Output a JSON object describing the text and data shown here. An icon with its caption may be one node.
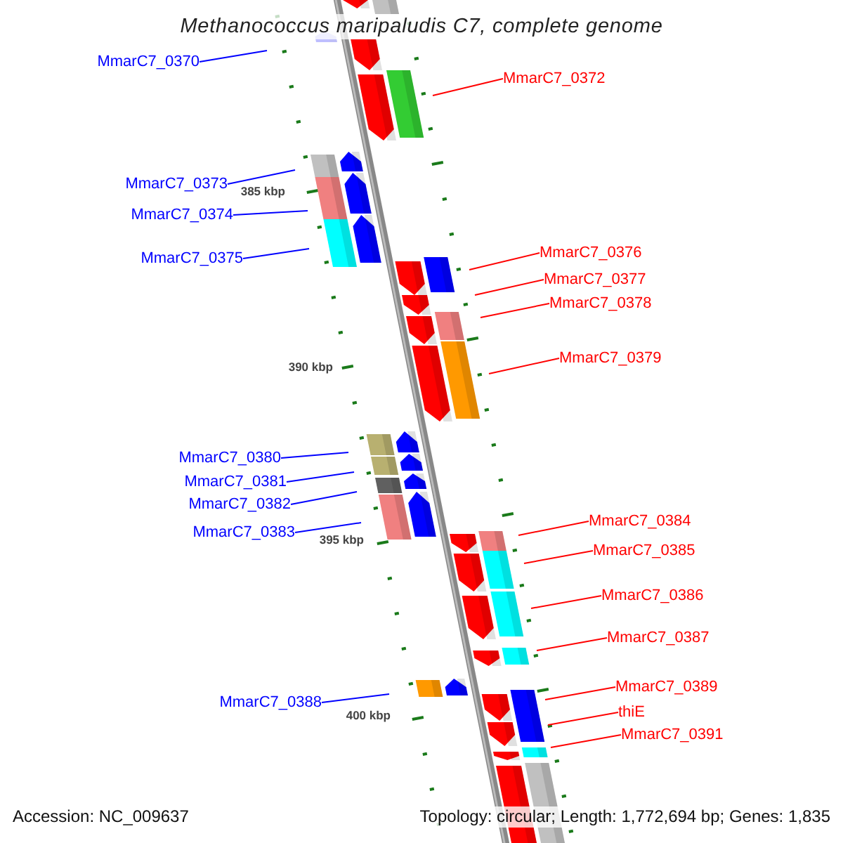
{
  "diagram": {
    "title": "Methanococcus maripaludis C7, complete genome",
    "nodes": [
      {
        "text": [
          "MmarC7_0370"
        ]
      },
      {
        "text": [
          "MmarC7_0372"
        ]
      },
      {
        "text": [
          "MmarC7_0373"
        ]
      },
      {
        "text": [
          "MmarC7_0374"
        ]
      },
      {
        "text": [
          "MmarC7_0376"
        ]
      },
      {
        "text": [
          "MmarC7_0375"
        ]
      },
      {
        "text": [
          "MmarC7_0377"
        ]
      },
      {
        "text": [
          "MmarC7_0378"
        ]
      },
      {
        "text": [
          "MmarC7_0379"
        ]
      },
      {
        "text": [
          "MmarC7_0380"
        ]
      },
      {
        "text": [
          "MmarC7_0381"
        ]
      },
      {
        "text": [
          "MmarC7_0382"
        ]
      },
      {
        "text": [
          "MmarC7_0384"
        ]
      },
      {
        "text": [
          "MmarC7_0383"
        ]
      },
      {
        "text": [
          "MmarC7_0385"
        ]
      },
      {
        "text": [
          "MmarC7_0386"
        ]
      },
      {
        "text": [
          "MmarC7_0387"
        ]
      },
      {
        "text": [
          "MmarC7_0389"
        ]
      },
      {
        "text": [
          "MmarC7_0388"
        ]
      },
      {
        "text": [
          "thiE"
        ]
      },
      {
        "text": [
          "MmarC7_0391"
        ]
      }
    ],
    "edges": [
      {
        "from": 0,
        "to": null,
        "arrow": "none",
        "color": "#0000ff"
      },
      {
        "from": 1,
        "to": null,
        "arrow": "none"
      },
      {
        "from": 2,
        "to": null,
        "arrow": "none",
        "color": "#0000ff"
      },
      {
        "from": 3,
        "to": null,
        "arrow": "none",
        "color": "#0000ff"
      },
      {
        "from": 4,
        "to": null,
        "arrow": "none"
      },
      {
        "from": 5,
        "to": null,
        "arrow": "none",
        "color": "#0000ff"
      },
      {
        "from": 6,
        "to": null,
        "arrow": "none"
      },
      {
        "from": 7,
        "to": null,
        "arrow": "none"
      },
      {
        "from": 8,
        "to": null,
        "arrow": "none"
      },
      {
        "from": 9,
        "to": null,
        "arrow": "none",
        "color": "#0000ff"
      },
      {
        "from": 10,
        "to": null,
        "arrow": "none",
        "color": "#0000ff"
      },
      {
        "from": 11,
        "to": null,
        "arrow": "none",
        "color": "#0000ff"
      },
      {
        "from": 12,
        "to": null,
        "arrow": "none"
      },
      {
        "from": 13,
        "to": null,
        "arrow": "none",
        "color": "#0000ff"
      },
      {
        "from": 14,
        "to": null,
        "arrow": "none"
      },
      {
        "from": 15,
        "to": null,
        "arrow": "none"
      },
      {
        "from": 16,
        "to": null,
        "arrow": "none"
      },
      {
        "from": 17,
        "to": null,
        "arrow": "none"
      },
      {
        "from": 18,
        "to": null,
        "arrow": "none",
        "color": "#0000ff"
      },
      {
        "from": 19,
        "to": null,
        "arrow": "none"
      },
      {
        "from": 20,
        "to": null,
        "arrow": "none"
      }
    ],
    "labels": [
      "385 kbp",
      "390 kbp",
      "395 kbp",
      "400 kbp",
      "Accession: NC_009637",
      "Topology: circular; Length: 1,772,694 bp; Genes: 1,835"
    ]
  }
}
